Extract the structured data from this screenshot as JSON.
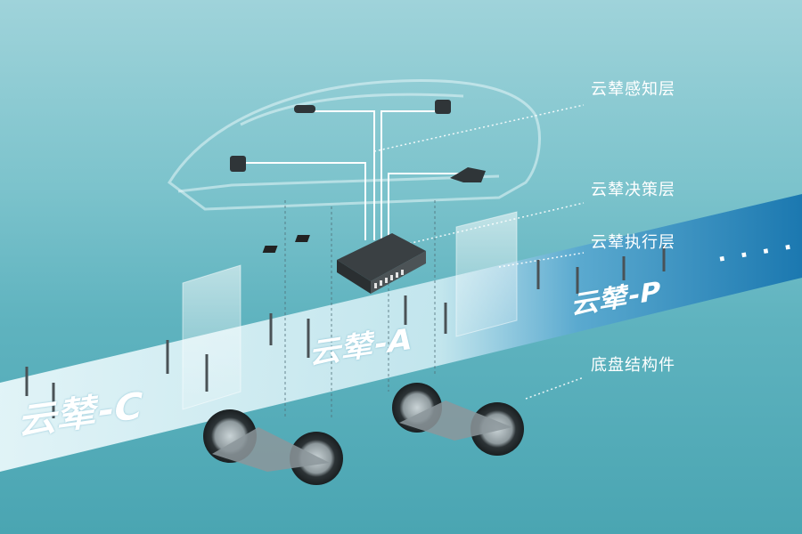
{
  "layers": {
    "perception": "云辇感知层",
    "decision": "云辇决策层",
    "execution": "云辇执行层",
    "chassis": "底盘结构件"
  },
  "tracks": {
    "c": "云辇-C",
    "a": "云辇-A",
    "p": "云辇-P",
    "more": "· · · ·"
  },
  "colors": {
    "background_top": "#9fd3da",
    "background_bottom": "#4aa5b2",
    "track_light": "#d8f0f4",
    "track_dark": "#1f7fb5",
    "label_text": "#ffffff"
  }
}
